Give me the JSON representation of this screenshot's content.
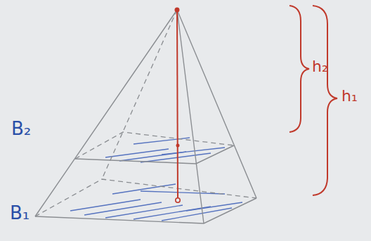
{
  "diagram": {
    "labels": [
      "B₂",
      "B₁",
      "h₂",
      "h₁"
    ]
  }
}
